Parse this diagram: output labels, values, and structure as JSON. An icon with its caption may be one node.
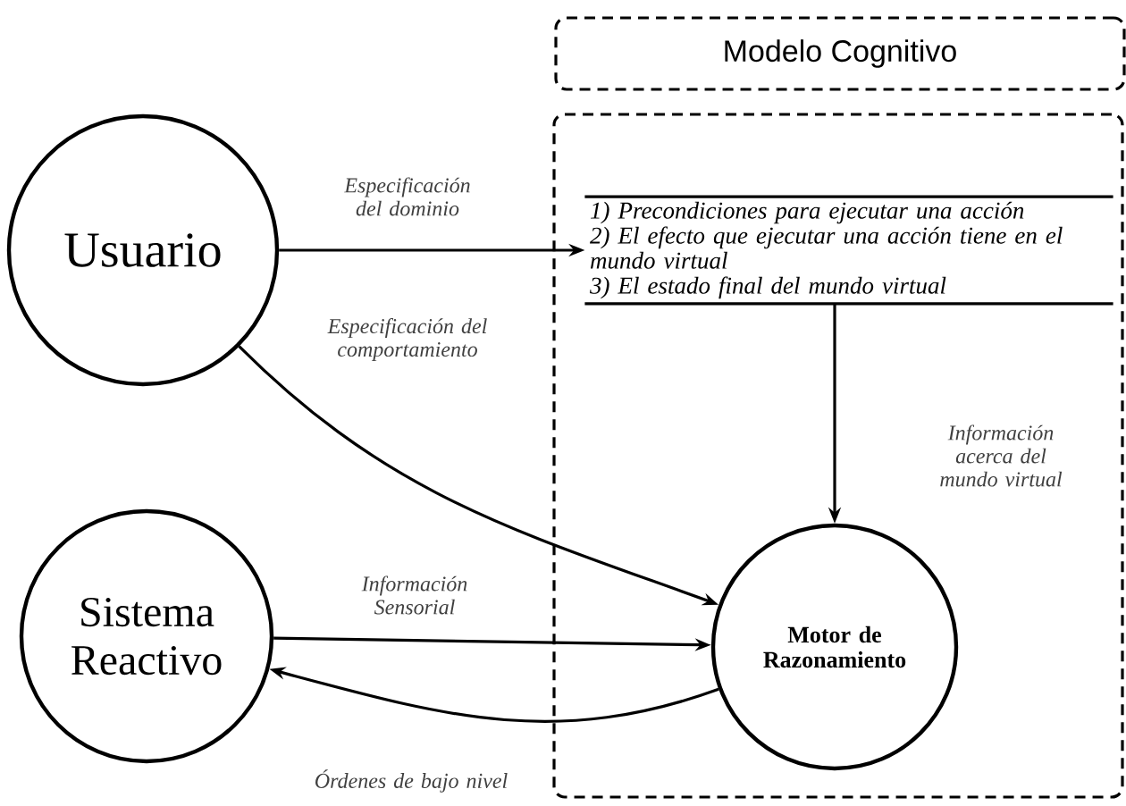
{
  "diagram": {
    "nodes": [
      {
        "text": [
          "Modelo Cognitivo"
        ]
      },
      {
        "text": [],
        "shape": "box"
      },
      {
        "text": [
          "Usuario"
        ]
      },
      {
        "text": [
          "1) Precondiciones para ejecutar una acción",
          "2) El efecto que ejecutar una acción tiene en el mundo virtual",
          "3) El estado final del mundo virtual"
        ],
        "in": 1
      },
      {
        "text": [
          "Sistema Reactivo"
        ]
      },
      {
        "text": [
          "Motor de Razonamiento"
        ],
        "in": 1
      }
    ],
    "edges": [
      {
        "from": 2,
        "to": 3,
        "arrow": "to",
        "label": "Especificación del dominio"
      },
      {
        "from": 2,
        "to": 5,
        "arrow": "to",
        "label": "Especificación del comportamiento"
      },
      {
        "from": 3,
        "to": 5,
        "arrow": "to",
        "label": "Información acerca del mundo virtual"
      },
      {
        "from": 4,
        "to": 5,
        "arrow": "to",
        "label": "Información Sensorial"
      },
      {
        "from": 5,
        "to": 4,
        "arrow": "to",
        "label": "Órdenes de bajo nivel"
      }
    ]
  }
}
